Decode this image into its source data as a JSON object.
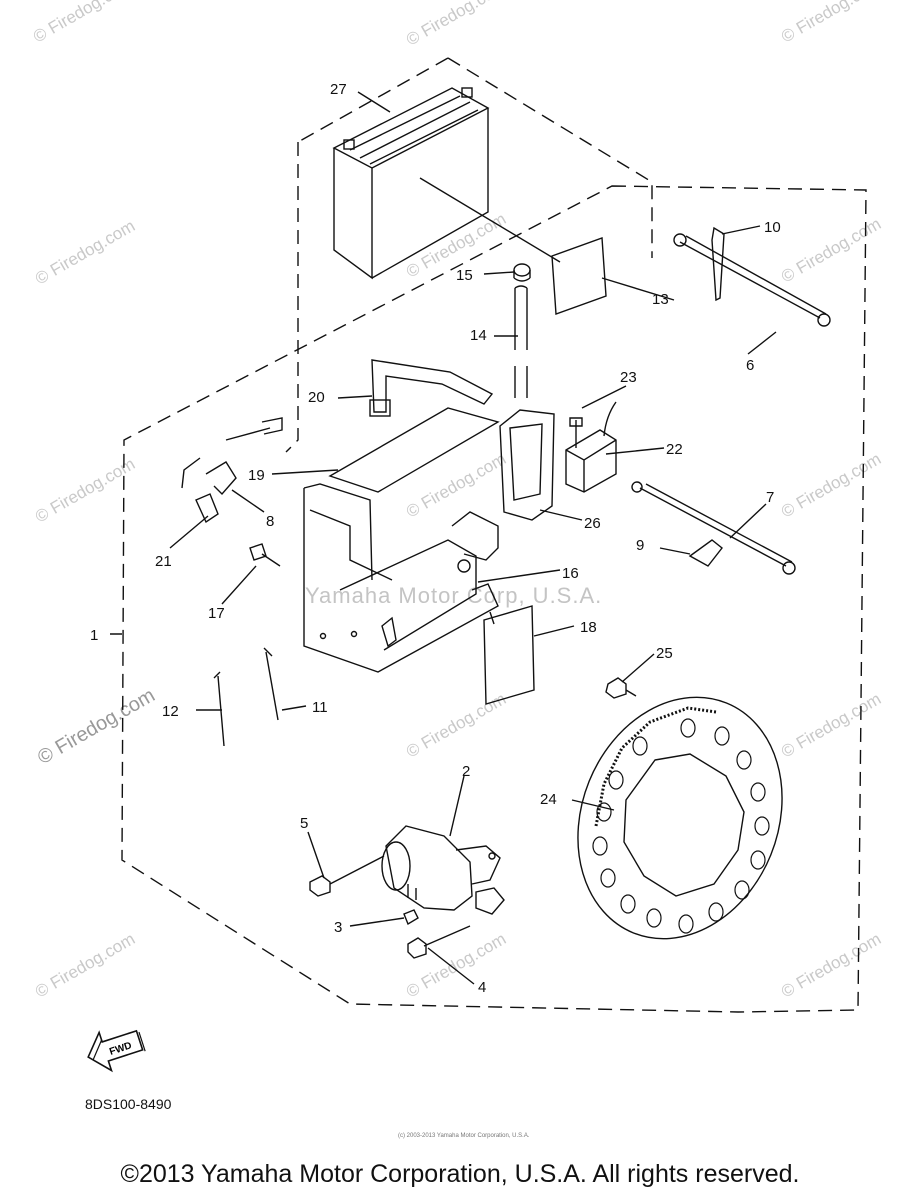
{
  "watermarks": {
    "text": "© Firedog.com",
    "center_text": "Yamaha Motor Corp, U.S.A."
  },
  "callouts": [
    "27",
    "10",
    "15",
    "13",
    "6",
    "14",
    "23",
    "20",
    "22",
    "19",
    "7",
    "8",
    "26",
    "21",
    "9",
    "16",
    "17",
    "18",
    "1",
    "25",
    "12",
    "11",
    "2",
    "24",
    "5",
    "3",
    "4"
  ],
  "fwd_label": "FWD",
  "part_code": "8DS100-8490",
  "small_copyright": "(c) 2003-2013 Yamaha Motor Corporation, U.S.A.",
  "copyright": "©2013 Yamaha Motor Corporation, U.S.A. All rights reserved."
}
